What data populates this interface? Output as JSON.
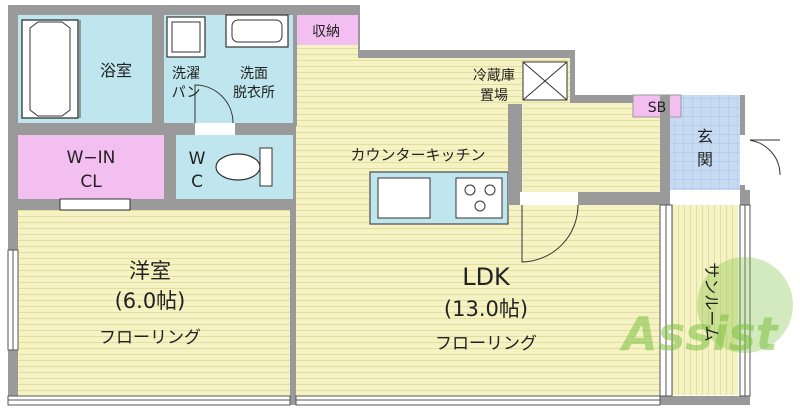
{
  "rooms": {
    "bath": {
      "label": "浴室"
    },
    "washer": {
      "line1": "洗濯",
      "line2": "パン"
    },
    "washroom": {
      "line1": "洗面",
      "line2": "脱衣所"
    },
    "storage": {
      "label": "収納"
    },
    "fridge": {
      "line1": "冷蔵庫",
      "line2": "置場"
    },
    "sb": {
      "label": "SB"
    },
    "entrance": {
      "line1": "玄",
      "line2": "関"
    },
    "walkin": {
      "line1": "W−IN",
      "line2": "CL"
    },
    "wc": {
      "line1": "W",
      "line2": "C"
    },
    "kitchen": {
      "label": "カウンターキッチン"
    },
    "western": {
      "line1": "洋室",
      "line2": "(6.0帖)",
      "line3": "フローリング"
    },
    "ldk": {
      "line1": "LDK",
      "line2": "(13.0帖)",
      "line3": "フローリング"
    },
    "sunroom": {
      "label": "サンルーム"
    }
  },
  "logo": {
    "text": "Assist"
  },
  "colors": {
    "wall": "#9a9a9a",
    "floor": "#f5f2c4",
    "bath": "#bfe6ee",
    "closet": "#f3bff0",
    "tile": "#c7dcf3",
    "logo": "#7ec242"
  }
}
